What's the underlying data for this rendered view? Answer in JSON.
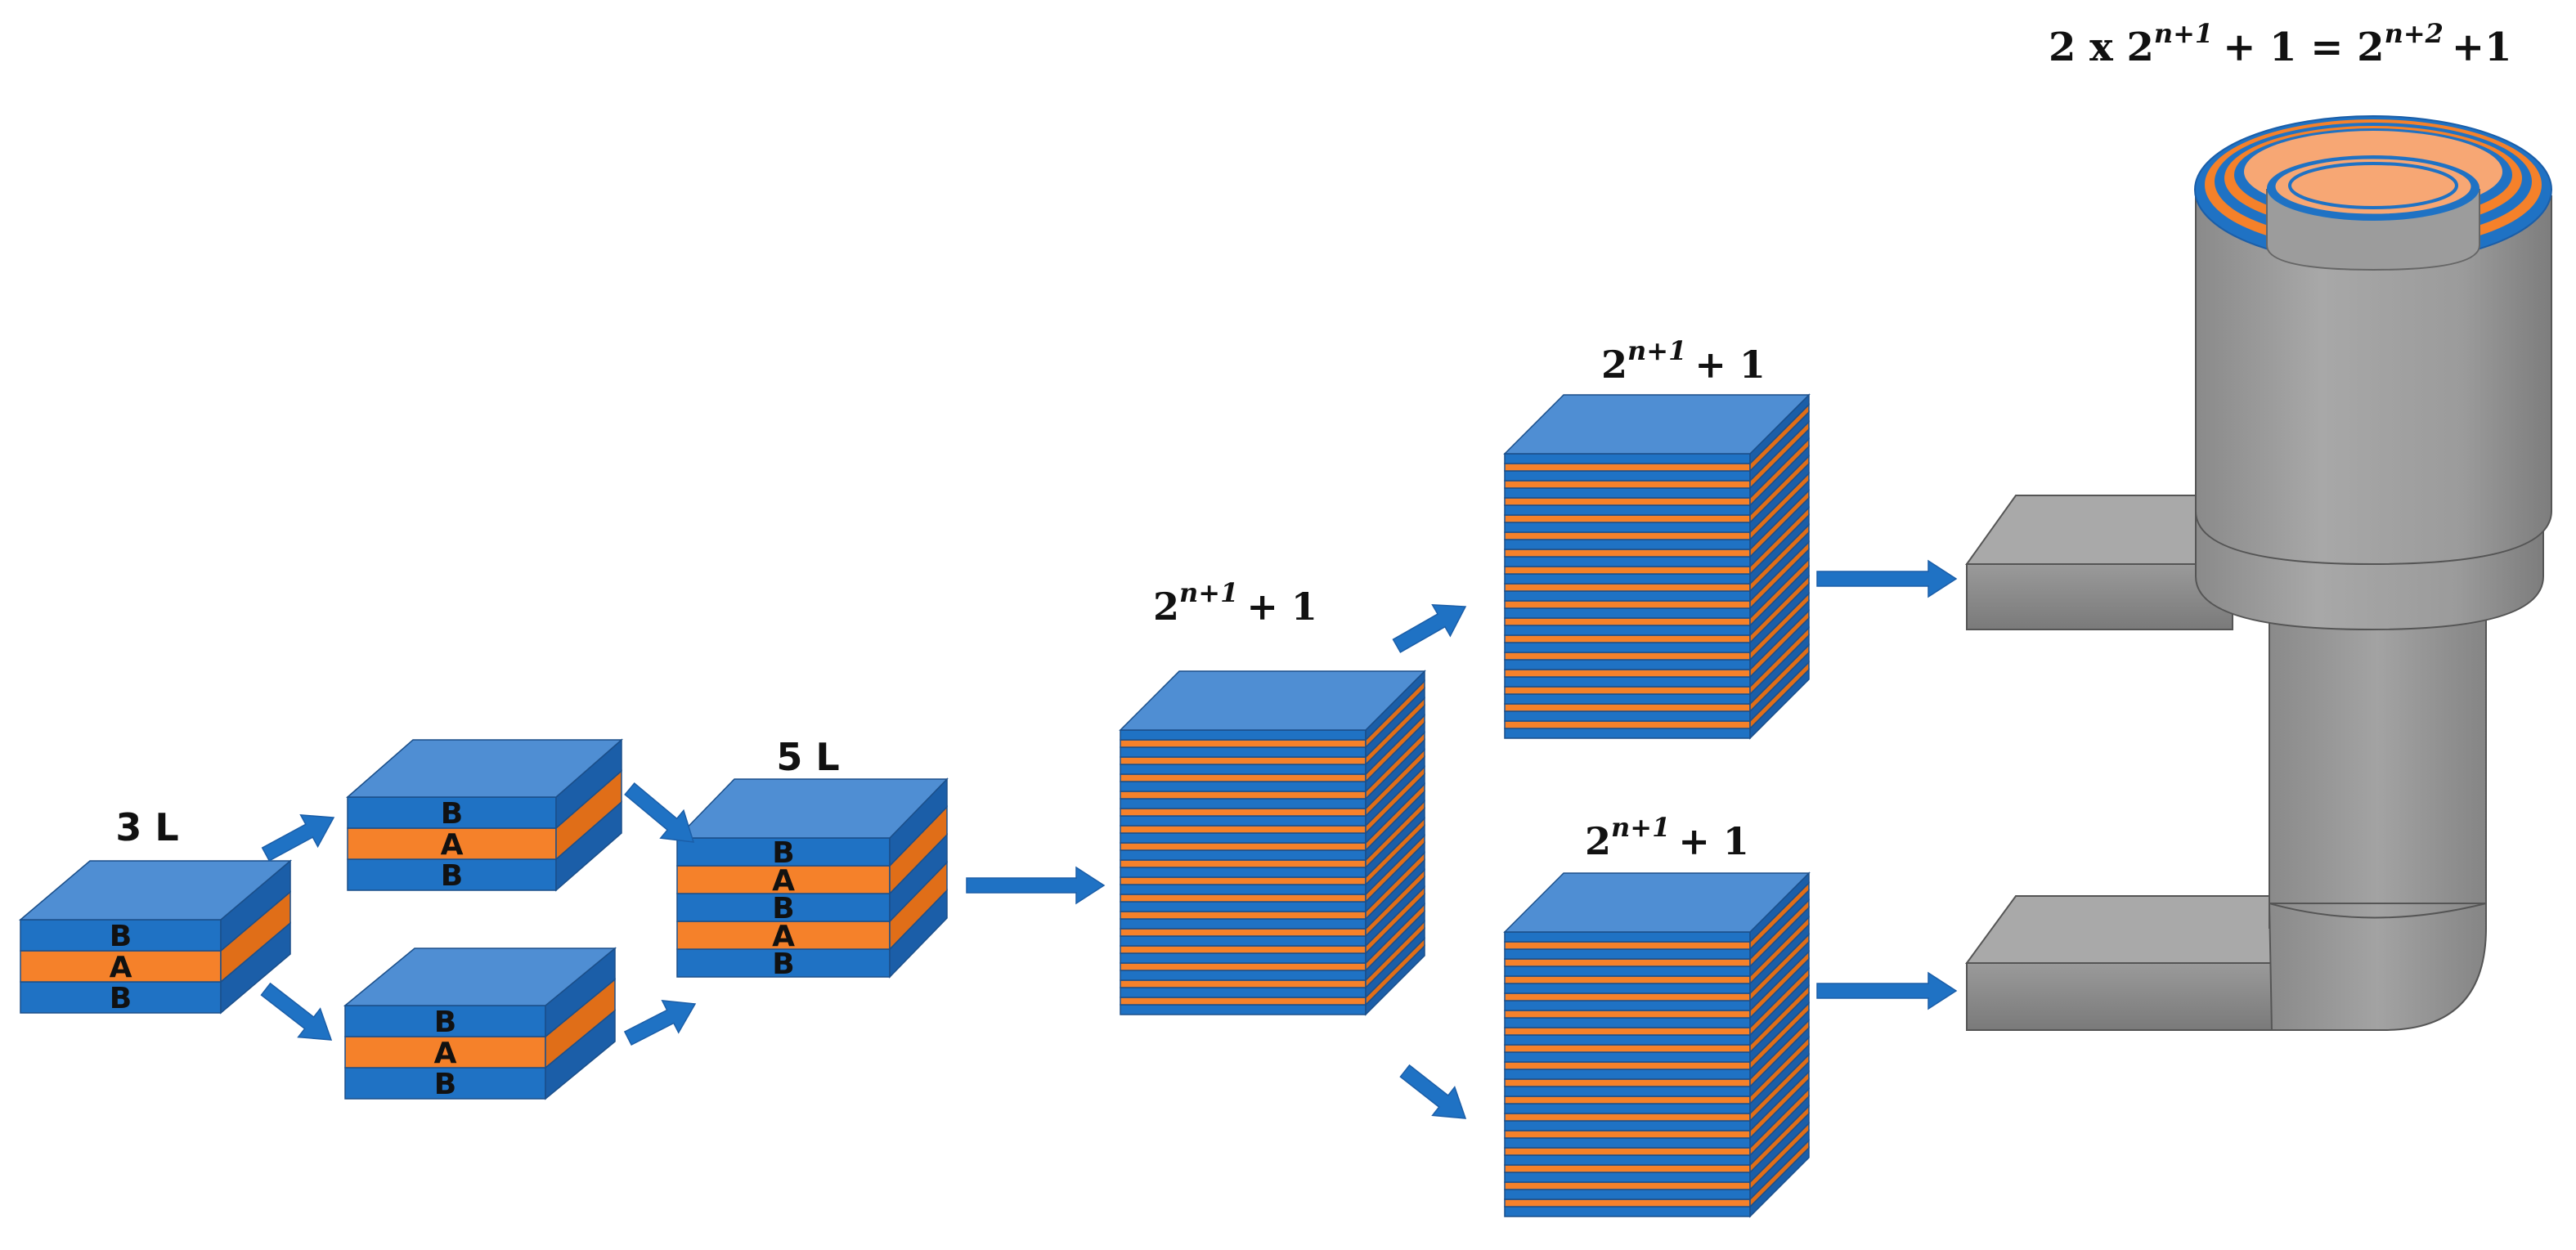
{
  "labels": {
    "three_layer": "3 L",
    "five_layer": "5 L",
    "layer_a": "A",
    "layer_b": "B",
    "stack_base": "2",
    "stack_exp": "n+1",
    "stack_tail": "+ 1",
    "final_coef": "2 x 2",
    "final_exp1": "n+1",
    "final_mid": "+ 1 = 2",
    "final_exp2": "n+2",
    "final_tail": "+1"
  },
  "colors": {
    "layer_b": "#1f72c4",
    "layer_b_top": "#4f8ed3",
    "layer_b_side": "#1b5ea8",
    "layer_a": "#f5812a",
    "layer_a_side": "#e06e18",
    "arrow": "#1f72c4",
    "die_body": "#9a9a9a",
    "die_dark": "#7a7a7a",
    "die_light": "#b5b5b5",
    "inner_core": "#f7a774"
  }
}
